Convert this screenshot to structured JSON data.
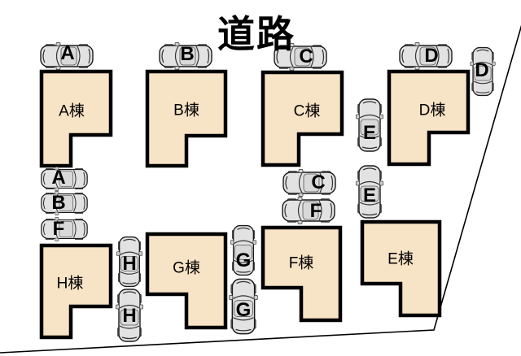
{
  "title": "道路",
  "colors": {
    "building_fill": "#F7E3C5",
    "outline": "#000000",
    "car_body": "#E2E2E2"
  },
  "buildings": [
    {
      "label": "A棟"
    },
    {
      "label": "B棟"
    },
    {
      "label": "C棟"
    },
    {
      "label": "D棟"
    },
    {
      "label": "E棟"
    },
    {
      "label": "F棟"
    },
    {
      "label": "G棟"
    },
    {
      "label": "H棟"
    }
  ],
  "parking_spaces": [
    {
      "label": "A"
    },
    {
      "label": "B"
    },
    {
      "label": "C"
    },
    {
      "label": "D"
    },
    {
      "label": "D"
    },
    {
      "label": "E"
    },
    {
      "label": "E"
    },
    {
      "label": "A"
    },
    {
      "label": "B"
    },
    {
      "label": "F"
    },
    {
      "label": "C"
    },
    {
      "label": "F"
    },
    {
      "label": "H"
    },
    {
      "label": "H"
    },
    {
      "label": "G"
    },
    {
      "label": "G"
    }
  ]
}
